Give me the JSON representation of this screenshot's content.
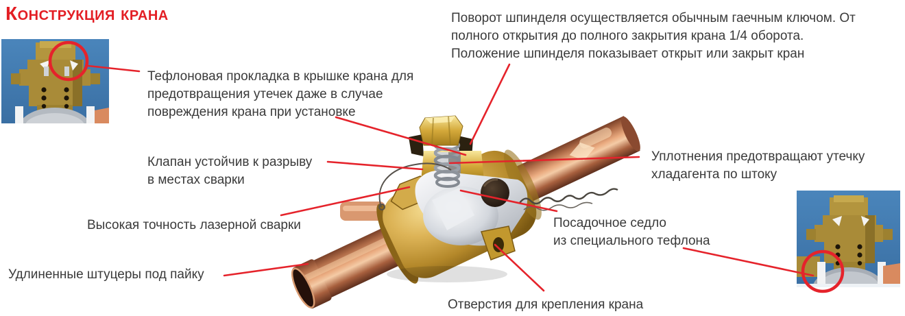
{
  "page": {
    "title": "Конструкция крана"
  },
  "colors": {
    "title_red": "#e31e24",
    "leader_red": "#e5232b",
    "text": "#3a3a3a",
    "inset_background_blue": "#4077ac",
    "brass": "#c49a3a",
    "copper": "#c08058"
  },
  "annotations": {
    "spindle_note": "Поворот шпинделя осуществляется обычным гаечным ключом. От\nполного открытия до полного закрытия крана 1/4 оборота.\nПоложение шпинделя показывает открыт или закрыт кран",
    "teflon_gasket": "Тефлоновая прокладка в крышке крана для\nпредотвращения утечек даже в случае\nповреждения крана при установке",
    "valve_weld_resistant": "Клапан устойчив к разрыву\nв местах сварки",
    "laser_weld": "Высокая точность лазерной сварки",
    "solder_fittings": "Удлиненные штуцеры под пайку",
    "stem_seals": "Уплотнения предотвращают утечку\nхладагента по штоку",
    "teflon_seat": "Посадочное седло\nиз специального тефлона",
    "mounting_holes": "Отверстия для крепления крана"
  }
}
